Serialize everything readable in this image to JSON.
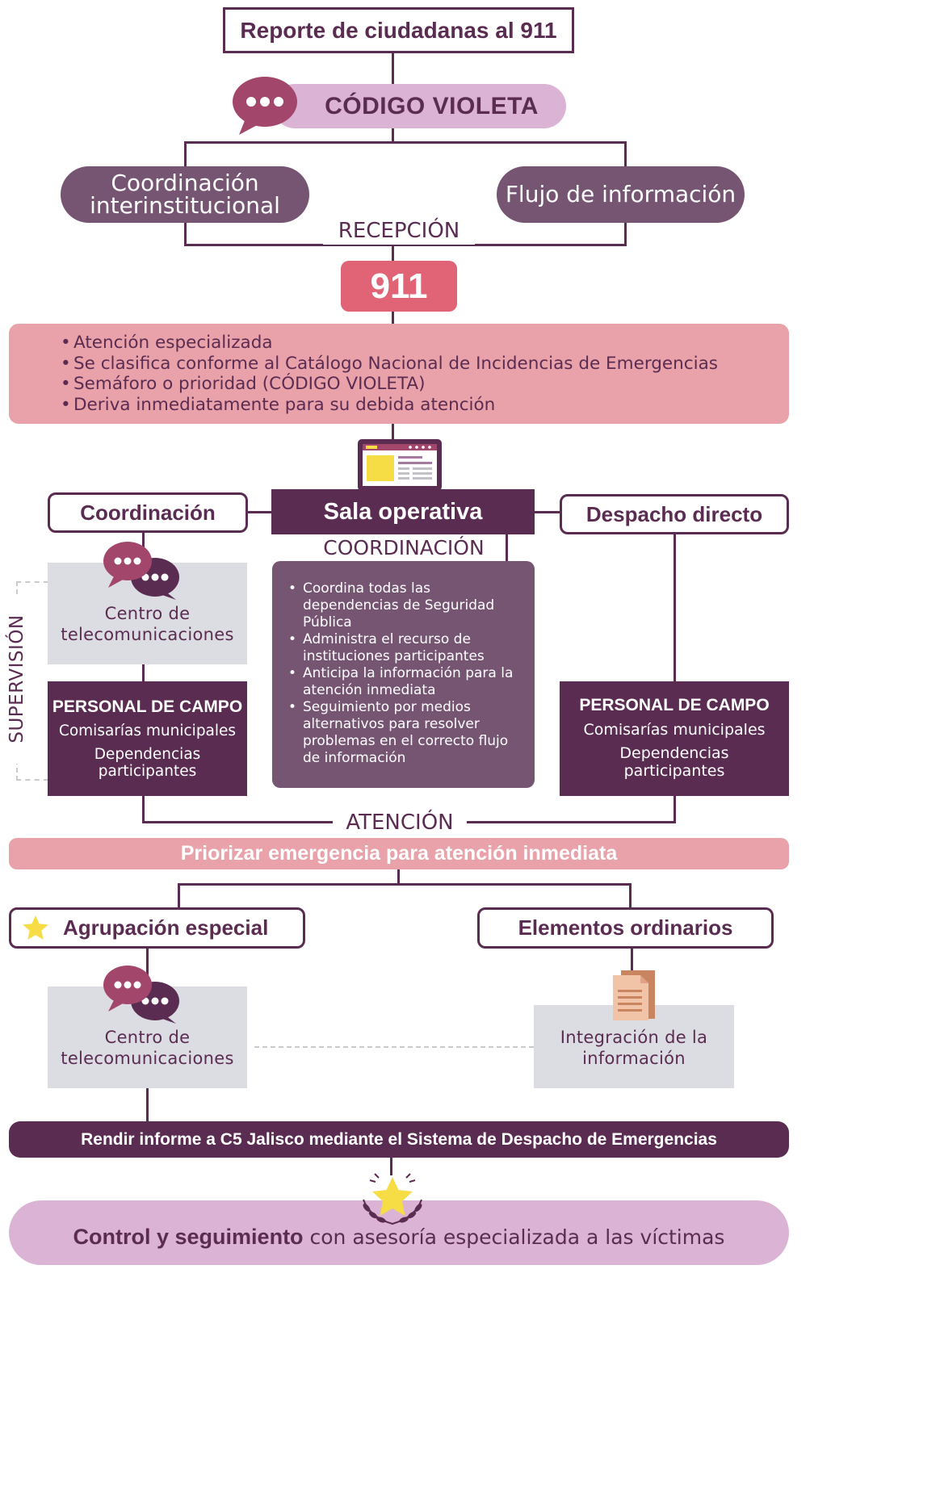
{
  "header": {
    "title": "Reporte de ciudadanas al 911"
  },
  "codigo_violeta": {
    "label": "CÓDIGO VIOLETA"
  },
  "branches_top": {
    "left": "Coordinación interinstitucional",
    "right": "Flujo de información"
  },
  "labels": {
    "recepcion": "RECEPCIÓN",
    "coordinacion_section": "COORDINACIÓN",
    "supervision": "SUPERVISIÓN",
    "atencion": "ATENCIÓN"
  },
  "badge_911": "911",
  "atencion_list": [
    "Atención especializada",
    "Se clasifica conforme al Catálogo Nacional de Incidencias de Emergencias",
    "Semáforo o prioridad (CÓDIGO VIOLETA)",
    "Deriva inmediatamente para su debida atención"
  ],
  "middle_row": {
    "left": "Coordinación",
    "center": "Sala operativa",
    "right": "Despacho directo"
  },
  "centro_telecom_1": "Centro de telecomunicaciones",
  "personal_left": {
    "title": "PERSONAL DE CAMPO",
    "line1": "Comisarías municipales",
    "line2": "Dependencias participantes"
  },
  "personal_right": {
    "title": "PERSONAL DE CAMPO",
    "line1": "Comisarías municipales",
    "line2": "Dependencias participantes"
  },
  "sala_list": [
    "Coordina todas las dependencias de Seguridad Pública",
    "Administra el recurso de instituciones participantes",
    "Anticipa la información para la atención inmediata",
    "Seguimiento por medios alternativos para resolver problemas en el correcto flujo de información"
  ],
  "priorizar": "Priorizar emergencia para atención inmediata",
  "lower_row": {
    "left": "Agrupación especial",
    "right": "Elementos ordinarios"
  },
  "centro_telecom_2": "Centro de telecomunicaciones",
  "integracion": "Integración de la información",
  "rendir": "Rendir informe a C5 Jalisco mediante el Sistema de Despacho de Emergencias",
  "final": {
    "bold": "Control y seguimiento",
    "rest": " con asesoría especializada a las víctimas"
  },
  "colors": {
    "plum": "#5b2c52",
    "mauve": "#765573",
    "rose": "#e9a2a9",
    "coral": "#e06476",
    "lilac": "#dbb3d4",
    "grey": "#dcdde2",
    "yellow": "#f6dc45"
  }
}
